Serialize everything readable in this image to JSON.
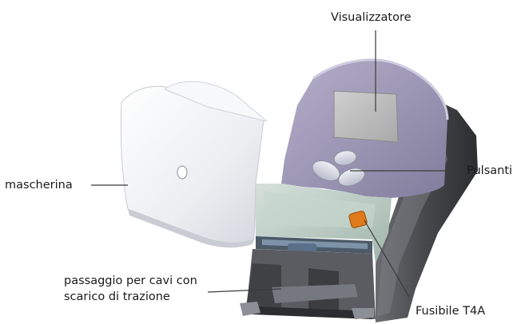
{
  "labels": {
    "display": "Visualizzatore",
    "buttons": "Pulsanti",
    "cover": "mascherina",
    "cable_passage_line1": "passaggio per cavi con",
    "cable_passage_line2": "scarico di trazione",
    "fuse": "Fusibile T4A"
  },
  "colors": {
    "housing_purple": "#9e98b6",
    "display_window": "#bdbdbd",
    "housing_dark": "#46484c",
    "cover_white": "#eef0f4",
    "pcb_green": "#b7c9c0",
    "fuse_orange": "#e07a1a",
    "leader_line": "#3a3a3a"
  }
}
